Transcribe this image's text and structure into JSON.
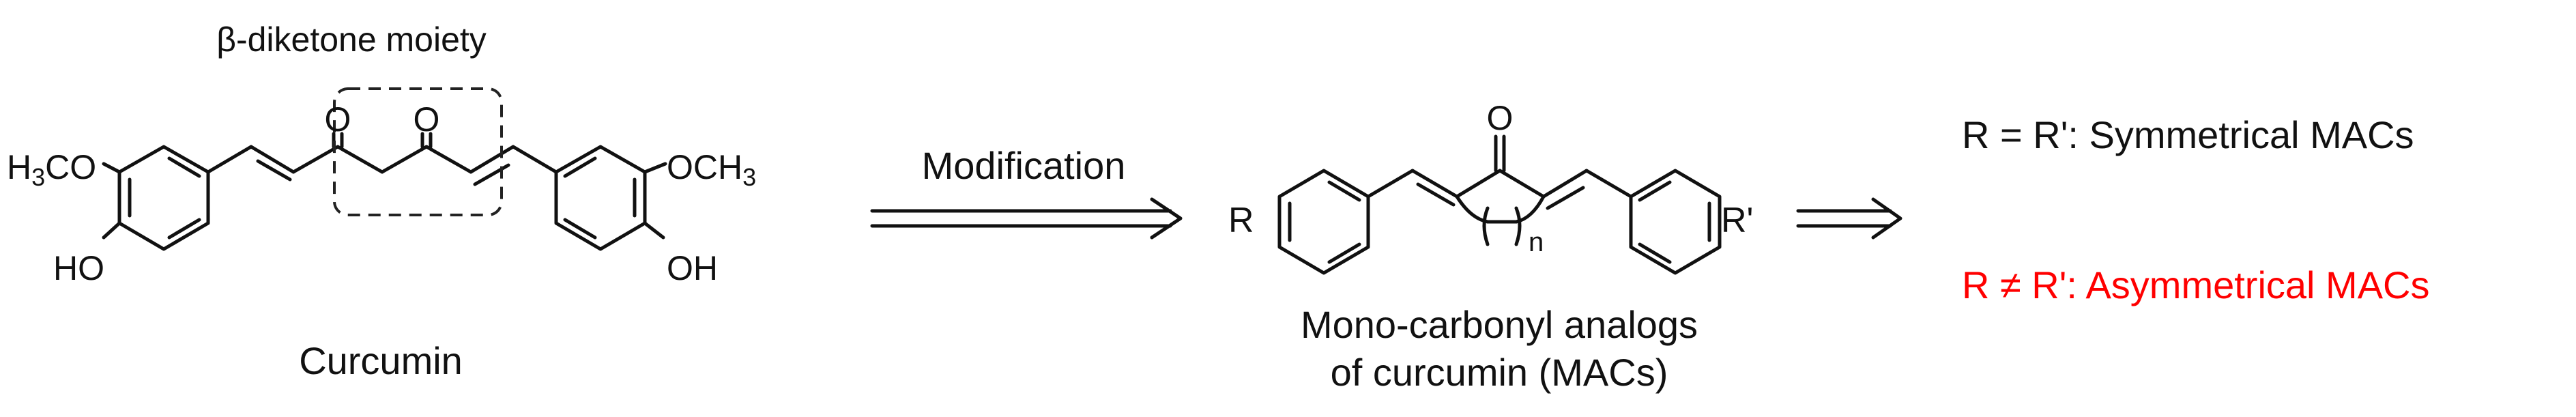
{
  "curcumin": {
    "moiety_label": "β-diketone moiety",
    "name": "Curcumin",
    "left_ome": "H3CO",
    "left_oh": "HO",
    "right_ome": "OCH3",
    "right_oh": "OH",
    "carbonyl_1": "O",
    "carbonyl_2": "O"
  },
  "reaction": {
    "label": "Modification"
  },
  "mac": {
    "carbonyl": "O",
    "r_left": "R",
    "r_right": "R'",
    "ring_index": "n",
    "name_line1": "Mono-carbonyl analogs",
    "name_line2": "of curcumin (MACs)"
  },
  "outcomes": {
    "symmetric": "R = R': Symmetrical MACs",
    "asymmetric": "R ≠ R': Asymmetrical MACs",
    "asymmetric_color": "#ff0000"
  }
}
